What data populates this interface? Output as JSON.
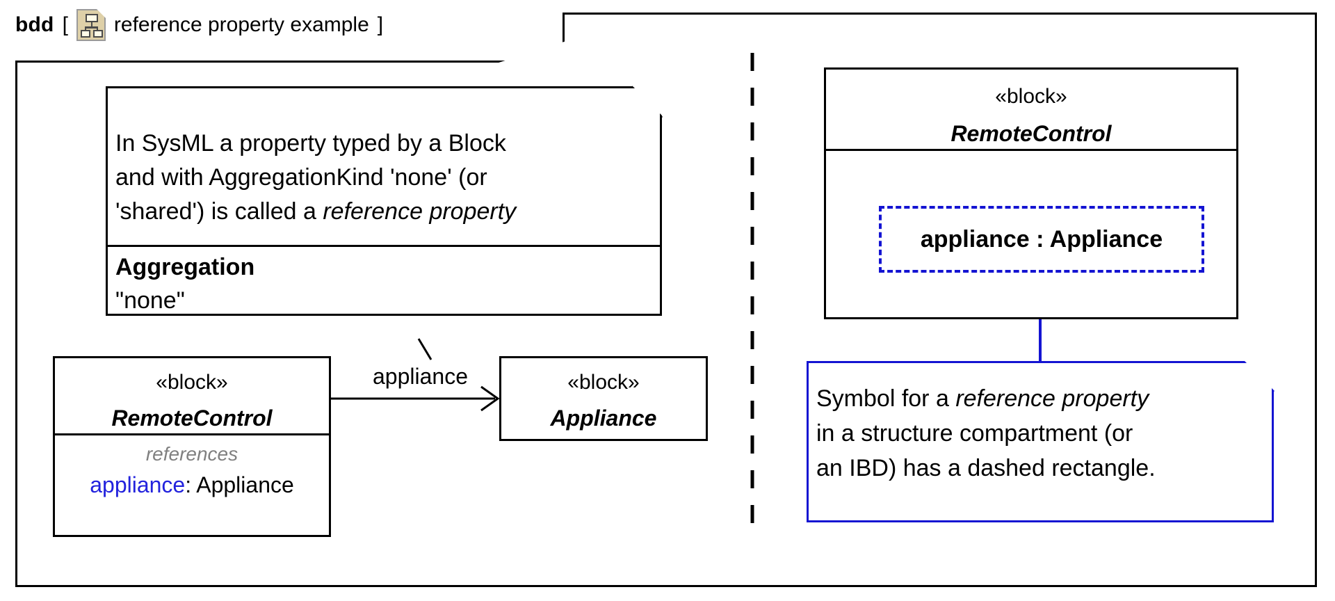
{
  "diagram": {
    "frame": {
      "kind": "bdd",
      "bracket_open": "[",
      "bracket_close": "]",
      "title": "reference property example",
      "icon": "bdd-diagram-icon"
    },
    "colors": {
      "frame_stroke": "#000000",
      "blue_accent": "#1414d2",
      "property_blue": "#2222dd",
      "compartment_label_gray": "#808080",
      "icon_fill": "#ded0a8"
    }
  },
  "left_note": {
    "line1": "In SysML a property typed by a Block",
    "line2": "and with AggregationKind 'none' (or",
    "line3_prefix": "'shared') is called a ",
    "line3_italic": "reference property",
    "compartment_title": "Aggregation",
    "compartment_value": "\"none\""
  },
  "blocks": {
    "remote_control_left": {
      "stereotype": "«block»",
      "name": "RemoteControl",
      "compartment_label": "references",
      "property_name": "appliance",
      "property_type": ": Appliance"
    },
    "appliance": {
      "stereotype": "«block»",
      "name": "Appliance"
    },
    "remote_control_right": {
      "stereotype": "«block»",
      "name": "RemoteControl"
    }
  },
  "association": {
    "end_label": "appliance"
  },
  "reference_property_symbol": {
    "text": "appliance : Appliance"
  },
  "right_note": {
    "line1_prefix": "Symbol for a ",
    "line1_italic": "reference property",
    "line2": "in a structure compartment (or",
    "line3": "an IBD) has a dashed rectangle."
  }
}
